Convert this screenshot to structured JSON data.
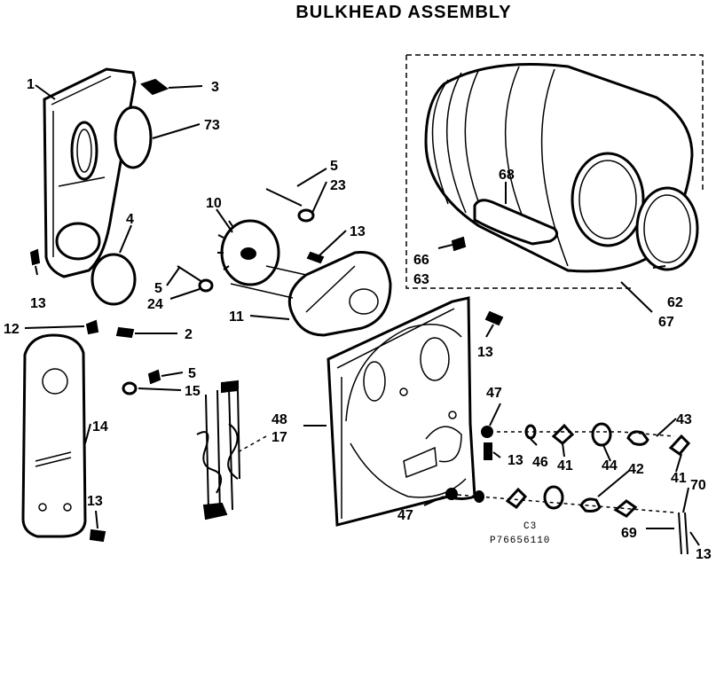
{
  "title": "BULKHEAD ASSEMBLY",
  "codes": {
    "c3": "C3",
    "part_code": "P76656110"
  },
  "callouts": {
    "c1": "1",
    "c3": "3",
    "c73": "73",
    "c4": "4",
    "c13a": "13",
    "c10": "10",
    "c5a": "5",
    "c23": "23",
    "c13b": "13",
    "c5b": "5",
    "c24": "24",
    "c11": "11",
    "c12": "12",
    "c2": "2",
    "c5c": "5",
    "c15": "15",
    "c14": "14",
    "c13c": "13",
    "c48": "48",
    "c17": "17",
    "c68": "68",
    "c66": "66",
    "c63": "63",
    "c62": "62",
    "c67": "67",
    "c13d": "13",
    "c47a": "47",
    "c13e": "13",
    "c46": "46",
    "c41a": "41",
    "c44": "44",
    "c42": "42",
    "c43": "43",
    "c41b": "41",
    "c70": "70",
    "c47b": "47",
    "c69": "69",
    "c13f": "13"
  }
}
